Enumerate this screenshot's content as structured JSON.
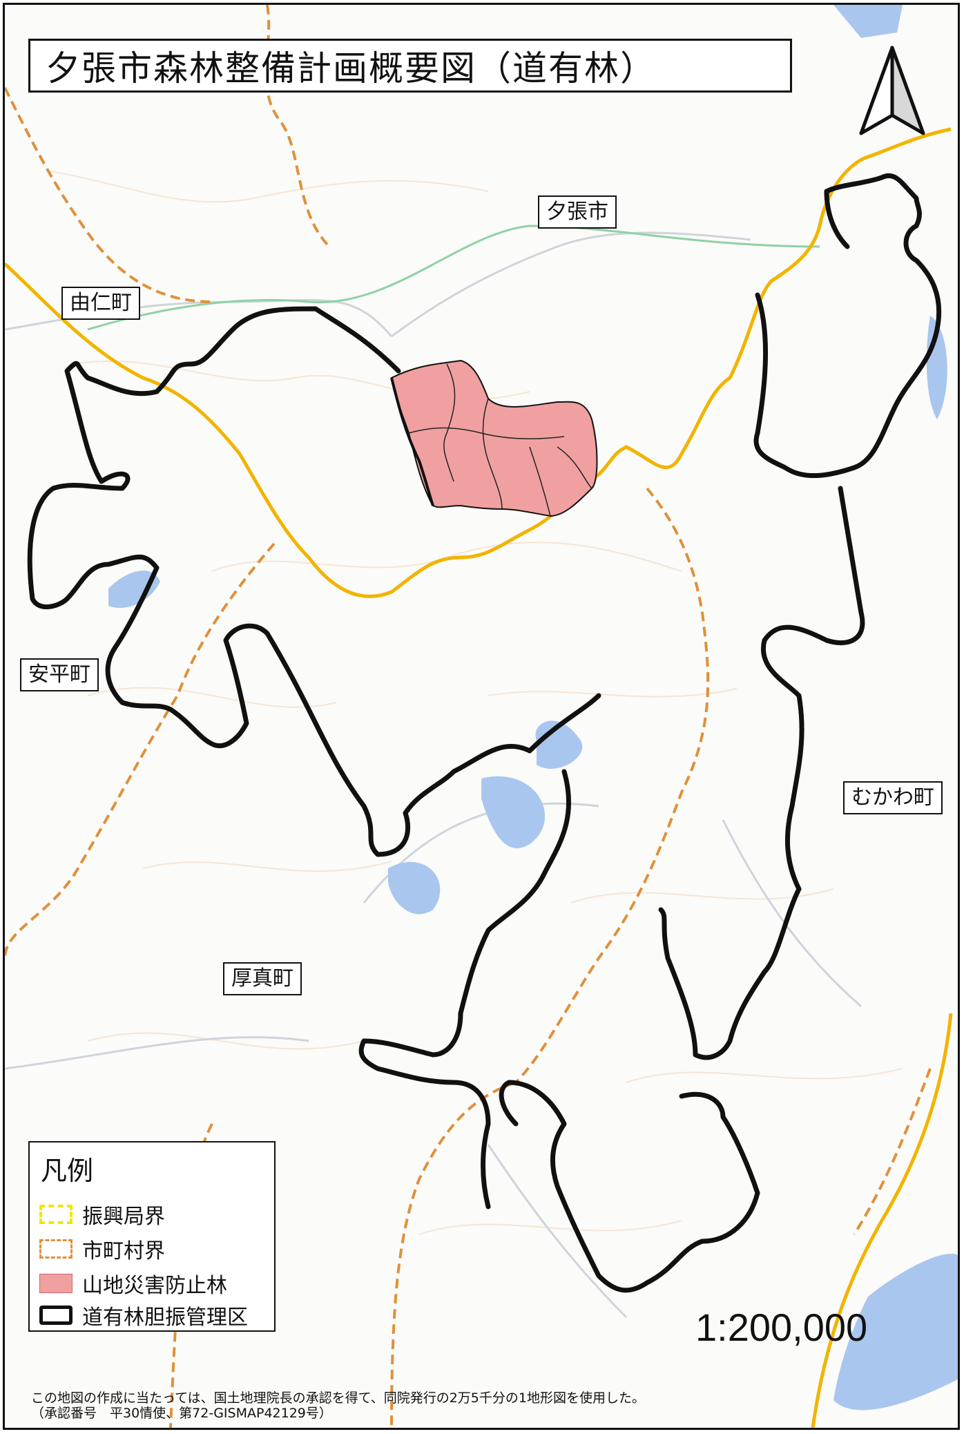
{
  "title": "夕張市森林整備計画概要図（道有林）",
  "places": {
    "yubari_city": "夕張市",
    "yuni_town": "由仁町",
    "abira_town": "安平町",
    "mukawa_town": "むかわ町",
    "atsuma_town": "厚真町"
  },
  "legend": {
    "title": "凡例",
    "items": [
      {
        "label": "振興局界",
        "color": "#f2e600"
      },
      {
        "label": "市町村界",
        "color": "#e0903a"
      },
      {
        "label": "山地災害防止林",
        "color": "#f0a0a0"
      },
      {
        "label": "道有林胆振管理区",
        "color": "#111111"
      }
    ]
  },
  "scale": "1:200,000",
  "credit": {
    "line1": "この地図の作成に当たっては、国土地理院長の承認を得て、同院発行の2万5千分の1地形図を使用した。",
    "line2": "（承認番号　平30情使、第72-GISMAP42129号）"
  },
  "colors": {
    "prefecture_boundary": "#f2e600",
    "municipal_boundary": "#e0903a",
    "disaster_prevention_forest": "#f0a0a0",
    "managed_forest_outline": "#111111",
    "water": "#a9c6ee"
  },
  "icons": {
    "north_arrow": "north-arrow-icon"
  }
}
